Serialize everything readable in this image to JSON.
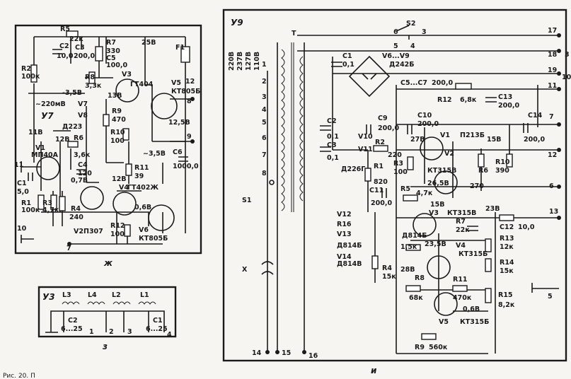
{
  "caption_fragment": "Рис. 20. П",
  "panel_zh": {
    "title": "У7",
    "caption": "ж",
    "labels": [
      "R5",
      "22к",
      "C2",
      "10,0",
      "C3",
      "200,0",
      "R7",
      "330",
      "C5",
      "100,0",
      "25В",
      "F1",
      "R2",
      "100к",
      "R8",
      "3,3к",
      "V3",
      "ГТ404",
      "13В",
      "V5",
      "КТ805Б",
      "12",
      "-3,5В",
      "~220мВ",
      "V7",
      "V8",
      "Д223",
      "R9",
      "470",
      "8",
      "12В",
      "R6",
      "3,6к",
      "R10",
      "100",
      "12,5В",
      "9",
      "V1",
      "МП40А",
      "C4",
      "120",
      "~3,5В",
      "C6",
      "1000,0",
      "11",
      "C1",
      "5,0",
      "R11",
      "39",
      "11В",
      "0,7В",
      "R3",
      "4,7к",
      "R4",
      "240",
      "12В",
      "V4",
      "ГТ402Ж",
      "R1",
      "100к",
      "V2",
      "П307",
      "R12",
      "100",
      "0,6В",
      "V6",
      "КТ805Б",
      "10",
      "7"
    ]
  },
  "panel_z": {
    "title": "У3",
    "caption": "з",
    "labels": [
      "L3",
      "L4",
      "L2",
      "L1",
      "C2",
      "6...25",
      "C1",
      "6...25",
      "1",
      "2",
      "3",
      "4"
    ]
  },
  "panel_i": {
    "title": "У9",
    "caption": "и",
    "labels": [
      "T",
      "S2",
      "6",
      "3",
      "5",
      "4",
      "17",
      "18",
      "220В",
      "237В",
      "127В",
      "110В",
      "C1",
      "0,1",
      "V6...V9",
      "Д242Б",
      "19",
      "C5...C7",
      "200,0",
      "11",
      "R12",
      "6,8к",
      "C13",
      "200,0",
      "C14",
      "200,0",
      "7",
      "1",
      "2",
      "3",
      "4",
      "5",
      "6",
      "7",
      "8",
      "C2",
      "0,1",
      "C3",
      "0,1",
      "V10",
      "V11",
      "Д226Г",
      "C9",
      "200,0",
      "C10",
      "200,0",
      "27В",
      "V1",
      "П213Б",
      "R2",
      "220",
      "R3",
      "100",
      "V2",
      "КТ315В",
      "R1",
      "820",
      "15В",
      "R10",
      "390",
      "12",
      "R6",
      "270",
      "26,5В",
      "6",
      "S1",
      "C11",
      "200,0",
      "R5",
      "4,7к",
      "15В",
      "V3",
      "КТ315В",
      "23В",
      "13",
      "V12",
      "Д814Б",
      "R7",
      "22к",
      "C12",
      "10,0",
      "R16",
      "1,5к",
      "V13",
      "Д814Б",
      "V14",
      "Д814В",
      "23,5В",
      "V4",
      "КТ315Б",
      "R13",
      "12к",
      "R4",
      "15к",
      "28В",
      "R14",
      "15к",
      "R8",
      "68к",
      "R11",
      "470к",
      "R15",
      "8,2к",
      "X",
      "0,6В",
      "V5",
      "КТ315Б",
      "R9",
      "560к",
      "14",
      "15",
      "16",
      "5",
      "10",
      "3"
    ]
  }
}
